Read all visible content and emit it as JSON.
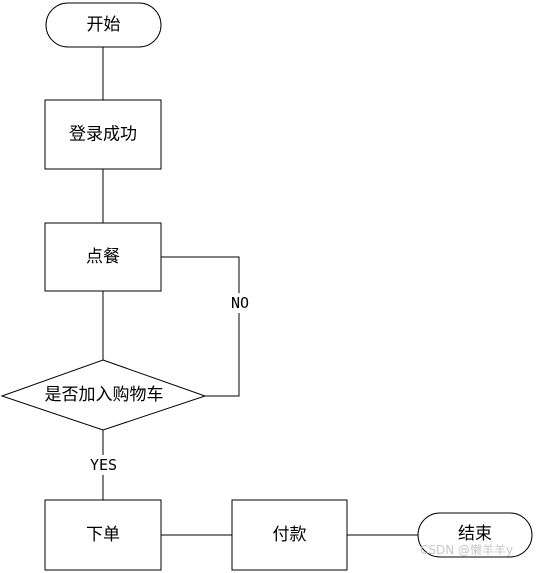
{
  "nodes": {
    "start": {
      "label": "开始"
    },
    "login": {
      "label": "登录成功"
    },
    "order_food": {
      "label": "点餐"
    },
    "decision": {
      "label": "是否加入购物车"
    },
    "place_order": {
      "label": "下单"
    },
    "pay": {
      "label": "付款"
    },
    "end": {
      "label": "结束"
    }
  },
  "edges": {
    "no": {
      "label": "NO"
    },
    "yes": {
      "label": "YES"
    }
  },
  "watermark": {
    "text": "CSDN @懒羊羊y"
  },
  "colors": {
    "stroke": "#000000",
    "fill": "#ffffff",
    "watermark": "#c8c8c8"
  }
}
